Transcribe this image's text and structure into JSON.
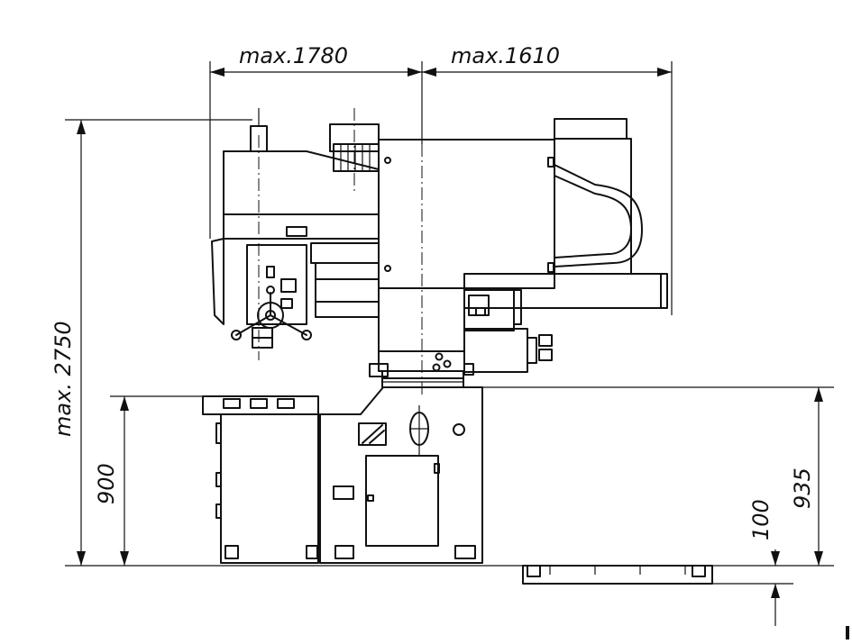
{
  "dimensions": {
    "top_left": "max.1780",
    "top_right": "max.1610",
    "total_height": "max. 2750",
    "table_height": "900",
    "floor_to_top": "935",
    "base_height": "100"
  },
  "colors": {
    "ink": "#111111",
    "paper": "#ffffff"
  }
}
